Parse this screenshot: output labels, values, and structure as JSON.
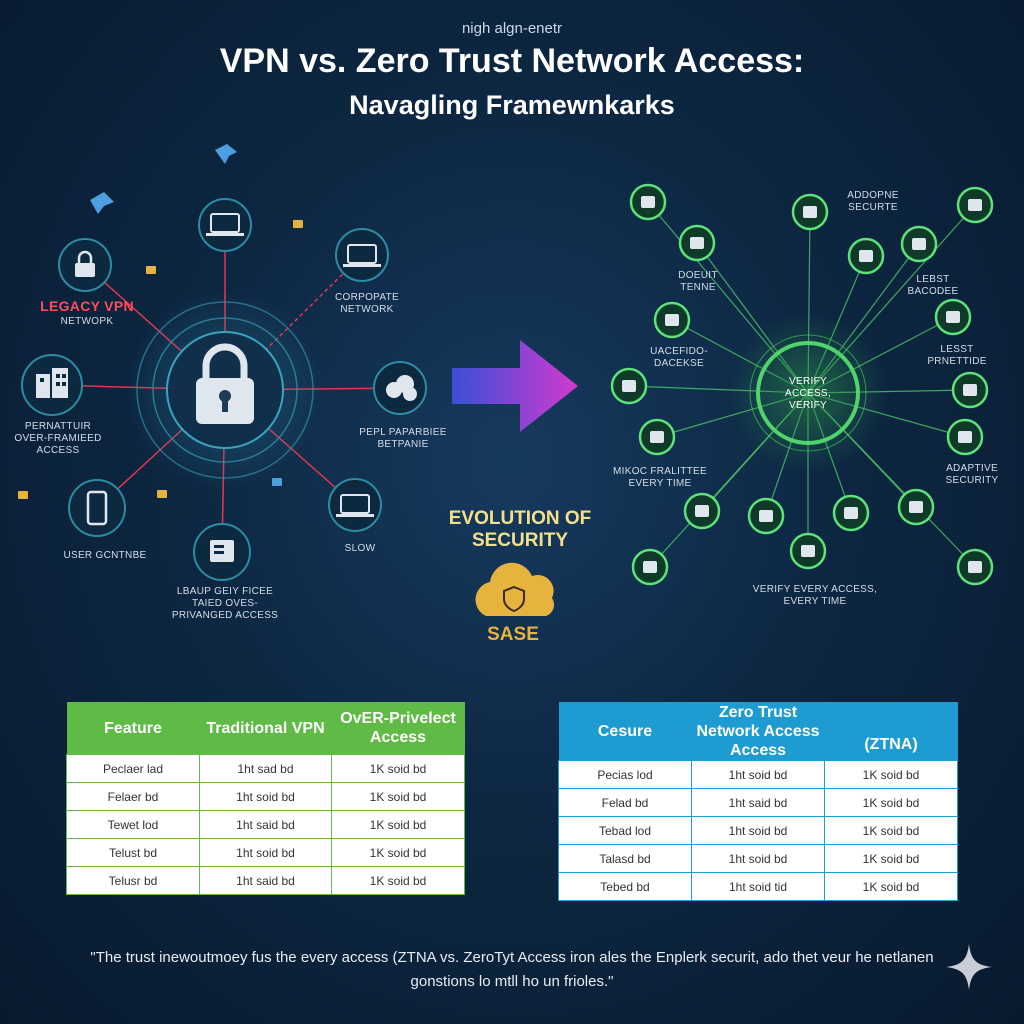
{
  "header": {
    "kicker": "nigh algn-enetr",
    "title": "VPN vs. Zero Trust Network Access:",
    "subtitle": "Navagling Framewnkarks"
  },
  "left_diagram": {
    "name_line1": "LEGACY VPN",
    "name_line2": "NETWOPK",
    "labels": {
      "corporate": "CORPOPATE NETWORK",
      "over_privileged": "PERNATTUIR OVER-FRAMIEED ACCESS",
      "perm": "PEPL PAPARBIEE BETPANIE",
      "user": "USER GCNTNBE",
      "legacy": "LBAUP GEIY FICEE TAIED OVES-PRIVANGED ACCESS",
      "slow": "SLOW"
    }
  },
  "center": {
    "evolution": "EVOLUTION OF SECURITY",
    "sase": "SASE"
  },
  "right_diagram": {
    "hub_label": "VERIFY ACCESS, VERIFY",
    "labels": {
      "secure": "ADDOPNE SECURTE",
      "tenne": "DOEUIT TENNE",
      "least_bacode": "LEBST BACODEE",
      "unicefido": "UACEFIDO- DACEKSE",
      "least_priv": "LESST PRNETTIDE",
      "micro": "MIKOC FRALITTEE EVERY TIME",
      "adaptive": "ADAPTIVE SECURITY",
      "verify_every": "VERIFY EVERY ACCESS, EVERY TIME"
    }
  },
  "table_left": {
    "headers": [
      "Feature",
      "Traditional VPN",
      "OvER-Privelect Access"
    ],
    "rows": [
      [
        "Peclaer lad",
        "1ht sad bd",
        "1K soid bd"
      ],
      [
        "Felaer bd",
        "1ht soid bd",
        "1K soid bd"
      ],
      [
        "Tewet lod",
        "1ht said bd",
        "1K soid bd"
      ],
      [
        "Telust bd",
        "1ht soid bd",
        "1K soid bd"
      ],
      [
        "Telusr bd",
        "1ht said bd",
        "1K soid bd"
      ]
    ]
  },
  "table_right": {
    "headers": [
      "Cesure",
      "Zero Trust Network Access Access",
      "(ZTNA)"
    ],
    "rows": [
      [
        "Pecias lod",
        "1ht soid bd",
        "1K soid bd"
      ],
      [
        "Felad bd",
        "1ht said bd",
        "1K soid bd"
      ],
      [
        "Tebad lod",
        "1ht soid bd",
        "1K soid bd"
      ],
      [
        "Talasd bd",
        "1ht soid bd",
        "1K soid bd"
      ],
      [
        "Tebed bd",
        "1ht soid tid",
        "1K soid bd"
      ]
    ]
  },
  "footer_quote": "\"The trust inewoutmoey fus the every access (ZTNA vs. ZeroTyt Access iron ales the Enplerk securit, ado thet veur he netlanen gonstions lo mtll ho un frioles.\"",
  "colors": {
    "vpn_red": "#ff4d5e",
    "ztna_green": "#4fd36a",
    "table_left_header": "#5fbb46",
    "table_right_header": "#1e9cd1",
    "lock_gold": "#e5b33e"
  }
}
